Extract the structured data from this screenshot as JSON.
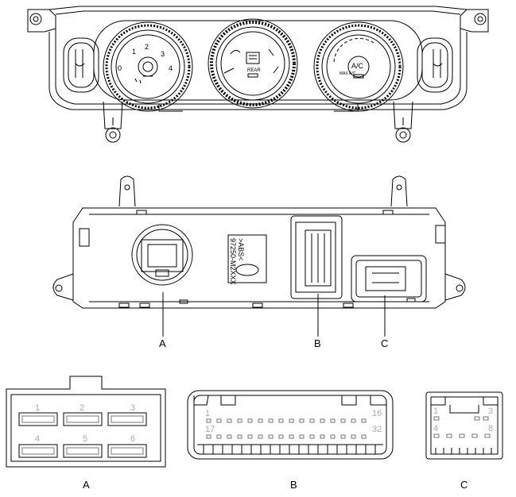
{
  "top_panel": {
    "fan_scale": [
      "0",
      "1",
      "2",
      "3",
      "4"
    ],
    "center_button": "REAR",
    "ac_button": "A/C",
    "max_ac": "MAX\nA/C"
  },
  "rear_panel": {
    "sticker_lines": [
      ">ABS<",
      "97250-M2XXX"
    ],
    "callouts": {
      "a": "A",
      "b": "B",
      "c": "C"
    }
  },
  "connectors": {
    "a": {
      "label": "A",
      "pins": [
        "1",
        "2",
        "3",
        "4",
        "5",
        "6"
      ]
    },
    "b": {
      "label": "B",
      "pin_first_top": "1",
      "pin_last_top": "16",
      "pin_first_bottom": "17",
      "pin_last_bottom": "32"
    },
    "c": {
      "label": "C",
      "pins": [
        "1",
        "3",
        "4",
        "8"
      ]
    }
  },
  "colors": {
    "line": "#000000",
    "pin_text": "#aaaaaa"
  }
}
